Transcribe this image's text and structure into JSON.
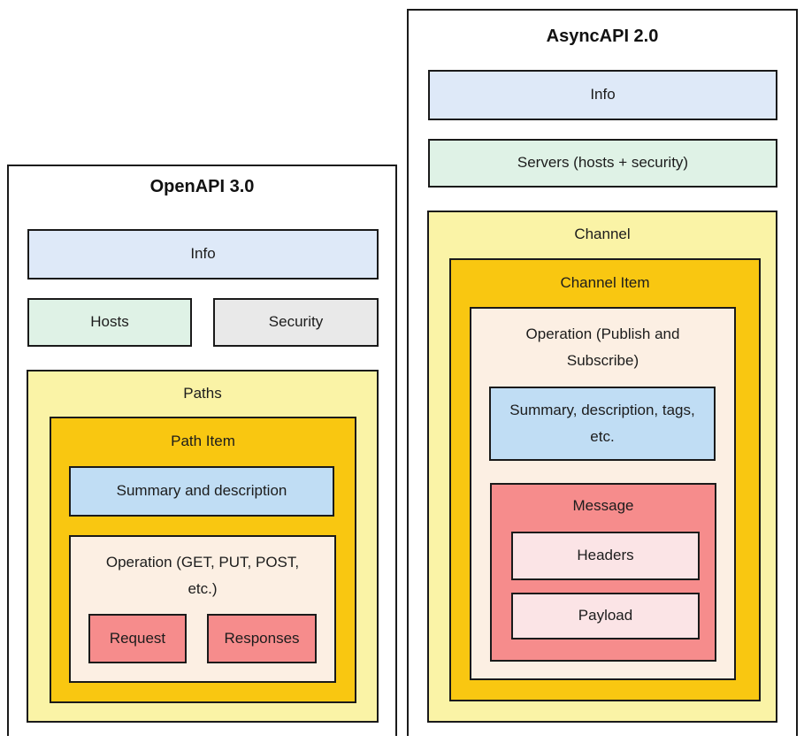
{
  "diagram": {
    "left_panel": {
      "title": "OpenAPI 3.0",
      "info_label": "Info",
      "hosts_label": "Hosts",
      "security_label": "Security",
      "paths_label": "Paths",
      "path_item_label": "Path Item",
      "summary_label": "Summary and description",
      "operation_label": "Operation (GET, PUT, POST, etc.)",
      "request_label": "Request",
      "responses_label": "Responses"
    },
    "right_panel": {
      "title": "AsyncAPI 2.0",
      "info_label": "Info",
      "servers_label": "Servers (hosts + security)",
      "channel_label": "Channel",
      "channel_item_label": "Channel Item",
      "operation_label": "Operation (Publish and Subscribe)",
      "summary_label": "Summary, description, tags, etc.",
      "message_label": "Message",
      "headers_label": "Headers",
      "payload_label": "Payload"
    },
    "colors": {
      "border": "#1a1a1a",
      "info_blue": "#dee9f8",
      "summary_blue": "#c0ddf4",
      "green": "#dff2e6",
      "gray": "#e9e9e9",
      "light_yellow": "#faf3a6",
      "gold": "#f9c711",
      "peach": "#fcefe3",
      "red": "#f68c8c",
      "pink": "#fbe4e6",
      "background": "#ffffff"
    }
  }
}
